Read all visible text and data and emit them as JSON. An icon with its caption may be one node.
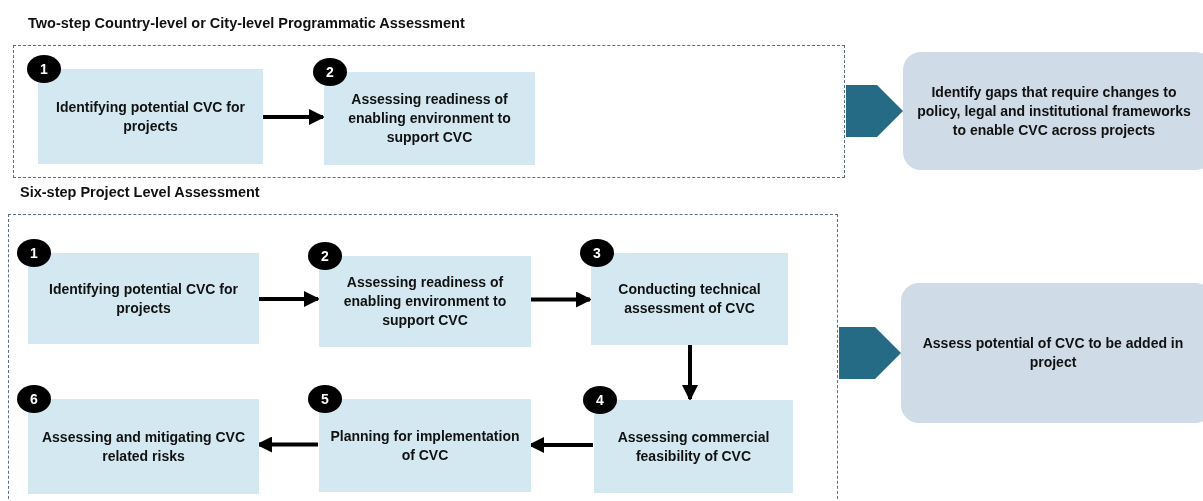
{
  "diagram": {
    "nodes": [
      {
        "text": [
          "Two-step Country-level or City-level Programmatic Assessment"
        ]
      },
      {
        "text": [
          "1",
          "Identifying potential CVC for projects"
        ],
        "in": 0
      },
      {
        "text": [
          "2",
          "Assessing readiness of enabling environment to support CVC"
        ],
        "in": 0
      },
      {
        "text": [
          "Identify gaps that require changes to policy, legal and institutional frameworks to enable CVC across projects"
        ]
      },
      {
        "text": [
          "Six-step Project Level Assessment"
        ]
      },
      {
        "text": [
          "1",
          "Identifying potential CVC for projects"
        ],
        "in": 4
      },
      {
        "text": [
          "2",
          "Assessing readiness of enabling environment to support CVC"
        ],
        "in": 4
      },
      {
        "text": [
          "3",
          "Conducting technical assessment of CVC"
        ],
        "in": 4
      },
      {
        "text": [
          "4",
          "Assessing commercial feasibility of CVC"
        ],
        "in": 4
      },
      {
        "text": [
          "5",
          "Planning for implementation of CVC"
        ],
        "in": 4
      },
      {
        "text": [
          "6",
          "Assessing and mitigating CVC related risks"
        ],
        "in": 4
      },
      {
        "text": [
          "Assess potential of CVC to be added in project"
        ]
      }
    ],
    "edges": [
      {
        "from": 1,
        "to": 2,
        "arrow": "to"
      },
      {
        "from": 0,
        "to": 3,
        "arrow": "to",
        "style": "thick",
        "color": "#266b85"
      },
      {
        "from": 5,
        "to": 6,
        "arrow": "to"
      },
      {
        "from": 6,
        "to": 7,
        "arrow": "to"
      },
      {
        "from": 7,
        "to": 8,
        "arrow": "to"
      },
      {
        "from": 8,
        "to": 9,
        "arrow": "to"
      },
      {
        "from": 9,
        "to": 10,
        "arrow": "to"
      },
      {
        "from": 4,
        "to": 11,
        "arrow": "to",
        "style": "thick",
        "color": "#266b85"
      }
    ]
  }
}
